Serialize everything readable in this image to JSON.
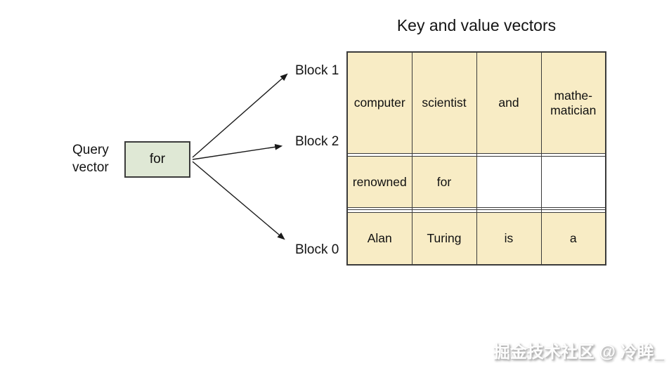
{
  "title": "Key and value vectors",
  "query": {
    "label": "Query\nvector",
    "value": "for"
  },
  "blocks": [
    {
      "label": "Block 1"
    },
    {
      "label": "Block 2"
    },
    {
      "label": "Block 0"
    }
  ],
  "table": {
    "rows": [
      {
        "cells": [
          {
            "text": "computer",
            "filled": true
          },
          {
            "text": "scientist",
            "filled": true
          },
          {
            "text": "and",
            "filled": true
          },
          {
            "text": "mathe-\nmatician",
            "filled": true
          }
        ]
      },
      {
        "cells": [
          {
            "text": "",
            "filled": false
          },
          {
            "text": "",
            "filled": false
          },
          {
            "text": "",
            "filled": false
          },
          {
            "text": "",
            "filled": false
          }
        ]
      },
      {
        "cells": [
          {
            "text": "renowned",
            "filled": true
          },
          {
            "text": "for",
            "filled": true
          },
          {
            "text": "",
            "filled": false
          },
          {
            "text": "",
            "filled": false
          }
        ]
      },
      {
        "cells": [
          {
            "text": "",
            "filled": false
          },
          {
            "text": "",
            "filled": false
          },
          {
            "text": "",
            "filled": false
          },
          {
            "text": "",
            "filled": false
          }
        ]
      },
      {
        "cells": [
          {
            "text": "",
            "filled": false
          },
          {
            "text": "",
            "filled": false
          },
          {
            "text": "",
            "filled": false
          },
          {
            "text": "",
            "filled": false
          }
        ]
      },
      {
        "cells": [
          {
            "text": "Alan",
            "filled": true
          },
          {
            "text": "Turing",
            "filled": true
          },
          {
            "text": "is",
            "filled": true
          },
          {
            "text": "a",
            "filled": true
          }
        ]
      }
    ]
  },
  "watermark": "掘金技术社区 @ 冷眸_",
  "colors": {
    "cell-highlight": "#f8ecc5",
    "query-box": "#dfe8d5",
    "border": "#3b3b3b",
    "arrow": "#1a1a1a"
  }
}
